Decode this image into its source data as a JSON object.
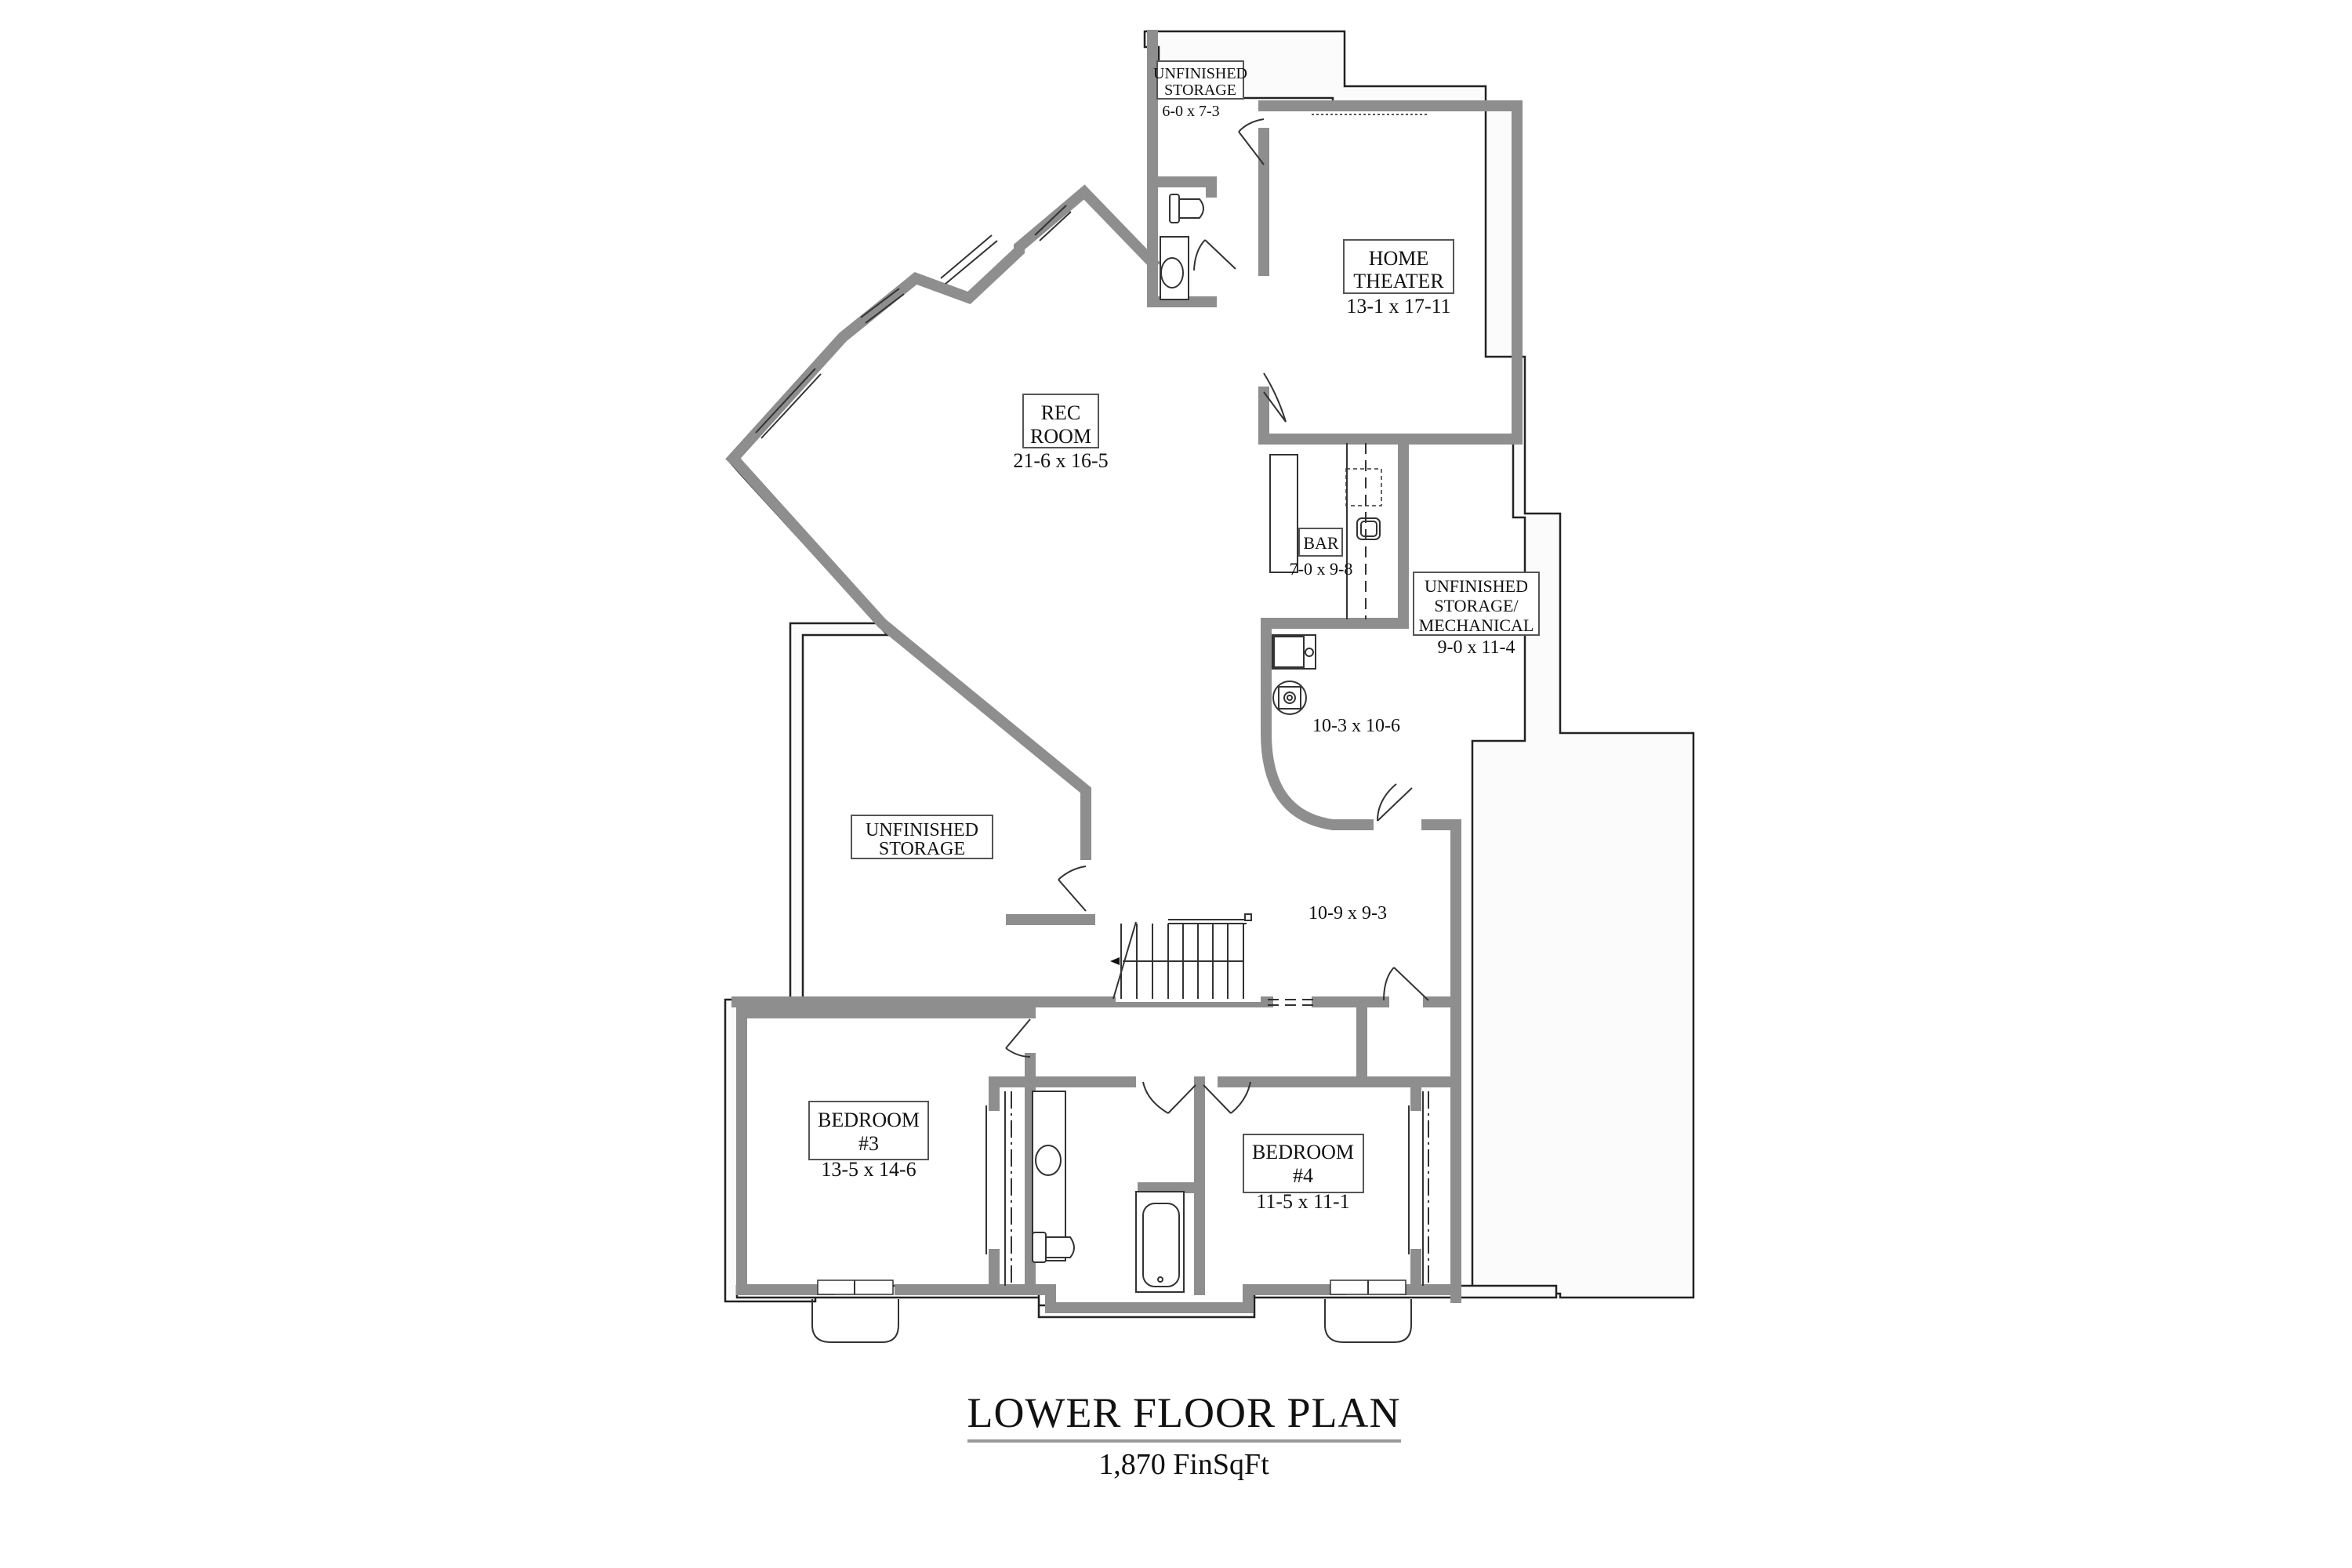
{
  "plan": {
    "title": "LOWER FLOOR PLAN",
    "subtitle": "1,870 FinSqFt"
  },
  "rooms": {
    "unfinished_storage_top": {
      "name_line1": "UNFINISHED",
      "name_line2": "STORAGE",
      "size": "6-0 x 7-3"
    },
    "home_theater": {
      "name_line1": "HOME",
      "name_line2": "THEATER",
      "size": "13-1 x 17-11"
    },
    "rec_room": {
      "name_line1": "REC",
      "name_line2": "ROOM",
      "size": "21-6 x 16-5"
    },
    "bar": {
      "name": "BAR",
      "size": "7-0 x 9-8"
    },
    "unfinished_storage_mechanical": {
      "name_line1": "UNFINISHED",
      "name_line2": "STORAGE/",
      "name_line3": "MECHANICAL",
      "size": "9-0 x 11-4"
    },
    "mechanical_area": {
      "size": "10-3 x 10-6"
    },
    "unfinished_storage_left": {
      "name_line1": "UNFINISHED",
      "name_line2": "STORAGE"
    },
    "hall": {
      "size": "10-9 x 9-3"
    },
    "bedroom_3": {
      "name_line1": "BEDROOM",
      "name_line2": "#3",
      "size": "13-5 x 14-6"
    },
    "bedroom_4": {
      "name_line1": "BEDROOM",
      "name_line2": "#4",
      "size": "11-5 x 11-1"
    }
  },
  "colors": {
    "wall": "#8e8e8e",
    "outline": "#2a2a2a",
    "foundation": "#fbfbfb",
    "title_rule": "#9a9a9a"
  }
}
